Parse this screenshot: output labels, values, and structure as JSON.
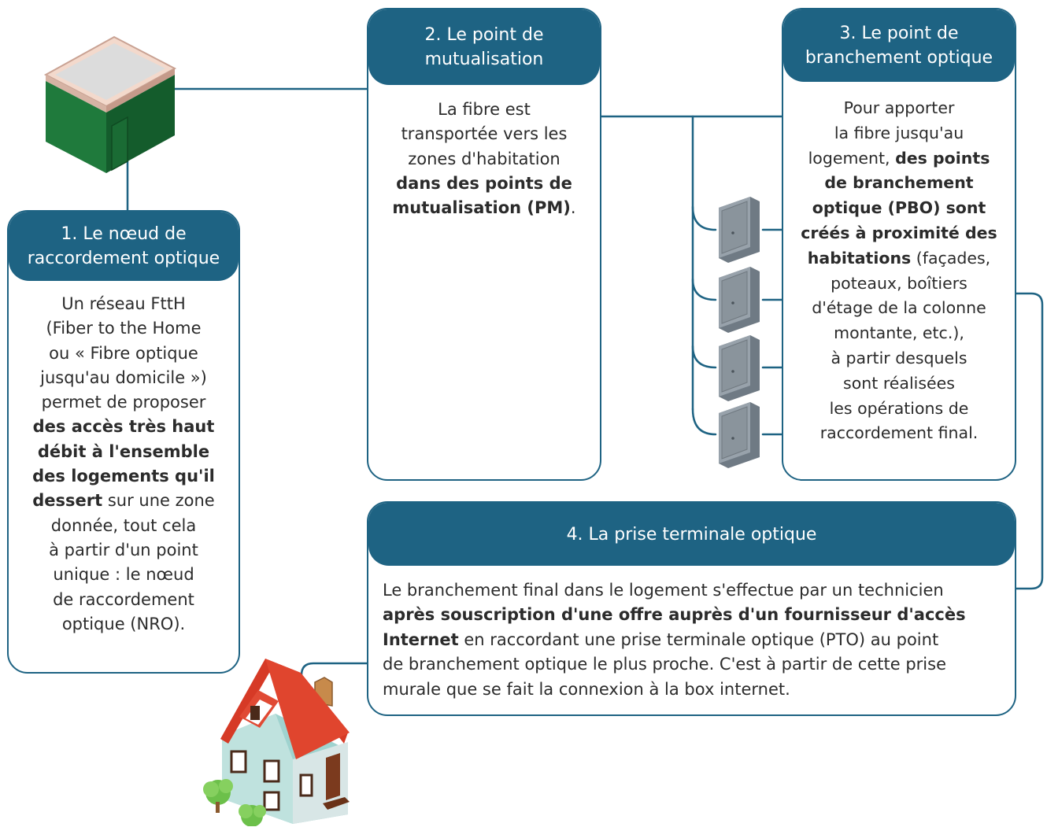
{
  "colors": {
    "primary": "#1e6383",
    "text": "#2b2b2b",
    "background": "#ffffff"
  },
  "cards": {
    "nro": {
      "title_line1": "1. Le nœud de",
      "title_line2": "raccordement optique",
      "body": [
        {
          "text": "Un réseau FttH",
          "bold": false
        },
        {
          "text": "(Fiber to the Home",
          "bold": false
        },
        {
          "text": "ou « Fibre optique",
          "bold": false
        },
        {
          "text": "jusqu'au domicile »)",
          "bold": false
        },
        {
          "text": "permet de proposer",
          "bold": false
        },
        {
          "text": "des accès très haut",
          "bold": true
        },
        {
          "text": "débit à l'ensemble",
          "bold": true
        },
        {
          "text": "des logements qu'il",
          "bold": true
        },
        {
          "segments": [
            {
              "text": "dessert",
              "bold": true
            },
            {
              "text": " sur une zone",
              "bold": false
            }
          ]
        },
        {
          "text": "donnée, tout cela",
          "bold": false
        },
        {
          "text": "à partir d'un point",
          "bold": false
        },
        {
          "text": "unique : le nœud",
          "bold": false
        },
        {
          "text": "de raccordement",
          "bold": false
        },
        {
          "text": "optique (NRO).",
          "bold": false
        }
      ]
    },
    "pm": {
      "title_line1": "2. Le point de",
      "title_line2": "mutualisation",
      "body": [
        {
          "text": "La fibre est",
          "bold": false
        },
        {
          "text": "transportée vers les",
          "bold": false
        },
        {
          "text": "zones d'habitation",
          "bold": false
        },
        {
          "text": "dans des points de",
          "bold": true
        },
        {
          "segments": [
            {
              "text": "mutualisation (PM)",
              "bold": true
            },
            {
              "text": ".",
              "bold": false
            }
          ]
        }
      ]
    },
    "pbo": {
      "title_line1": "3. Le point de",
      "title_line2": "branchement optique",
      "body": [
        {
          "text": "Pour apporter",
          "bold": false
        },
        {
          "text": "la fibre jusqu'au",
          "bold": false
        },
        {
          "segments": [
            {
              "text": "logement, ",
              "bold": false
            },
            {
              "text": "des points",
              "bold": true
            }
          ]
        },
        {
          "text": "de branchement",
          "bold": true
        },
        {
          "text": "optique (PBO) sont",
          "bold": true
        },
        {
          "text": "créés à proximité des",
          "bold": true
        },
        {
          "segments": [
            {
              "text": "habitations",
              "bold": true
            },
            {
              "text": " (façades,",
              "bold": false
            }
          ]
        },
        {
          "text": "poteaux, boîtiers",
          "bold": false
        },
        {
          "text": "d'étage de la colonne",
          "bold": false
        },
        {
          "text": "montante, etc.),",
          "bold": false
        },
        {
          "text": "à partir desquels",
          "bold": false
        },
        {
          "text": "sont réalisées",
          "bold": false
        },
        {
          "text": "les opérations de",
          "bold": false
        },
        {
          "text": "raccordement final.",
          "bold": false
        }
      ]
    },
    "pto": {
      "title_line1": "4. La prise terminale optique",
      "title_line2": "",
      "body": [
        {
          "text": "Le branchement final dans le logement s'effectue par un technicien",
          "bold": false
        },
        {
          "text": "après souscription d'une offre auprès d'un fournisseur d'accès",
          "bold": true
        },
        {
          "segments": [
            {
              "text": "Internet",
              "bold": true
            },
            {
              "text": " en raccordant une prise terminale optique (PTO) au point",
              "bold": false
            }
          ]
        },
        {
          "text": "de branchement optique le plus proche. C'est à partir de cette prise",
          "bold": false
        },
        {
          "text": "murale que se fait la connexion à la box internet.",
          "bold": false
        }
      ]
    }
  },
  "illustrations": {
    "nro": "nro-building-icon",
    "pm": "mutualisation-cabinet-icon",
    "pbo": "pbo-box-icon",
    "house": "house-icon"
  }
}
